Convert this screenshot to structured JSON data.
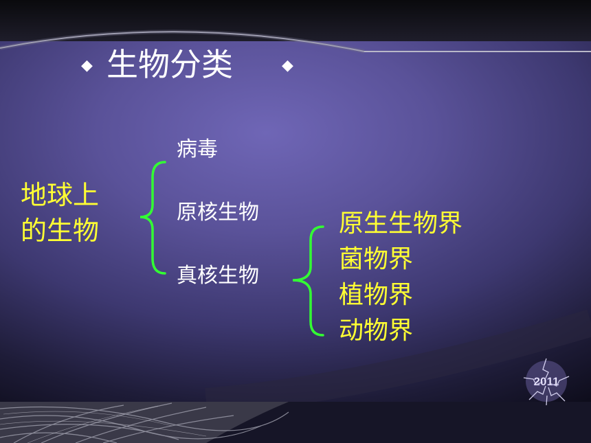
{
  "title": "生物分类",
  "title_bullet_left": "◆",
  "title_bullet_right": "◆",
  "root": {
    "line1": "地球上",
    "line2": "的生物"
  },
  "level1": [
    "病毒",
    "原核生物",
    "真核生物"
  ],
  "level2": [
    "原生生物界",
    "菌物界",
    "植物界",
    "动物界"
  ],
  "logo_text": "2011",
  "colors": {
    "root": "#ffff33",
    "level1": "#ffffff",
    "level2": "#ffff33",
    "brace": "#33ff33"
  },
  "icons": {
    "bullet": "diamond-bullet-icon",
    "logo": "2011-lightning-logo-icon"
  }
}
